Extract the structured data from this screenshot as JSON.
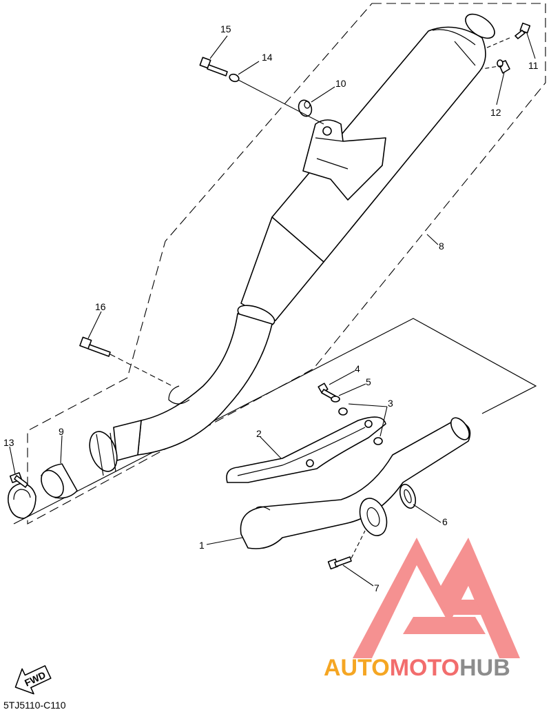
{
  "diagram_code": "5TJ5110-C110",
  "fwd_label": "FWD",
  "watermark": {
    "part1": "AUTO",
    "part2": "MOTO",
    "part3": "HUB",
    "color_auto": "#f5a623",
    "color_moto": "#f26d6d",
    "color_hub": "#8c8c8c"
  },
  "callouts": [
    {
      "id": "1",
      "label": "1"
    },
    {
      "id": "2",
      "label": "2"
    },
    {
      "id": "3",
      "label": "3"
    },
    {
      "id": "4",
      "label": "4"
    },
    {
      "id": "5",
      "label": "5"
    },
    {
      "id": "6",
      "label": "6"
    },
    {
      "id": "7",
      "label": "7"
    },
    {
      "id": "8",
      "label": "8"
    },
    {
      "id": "9",
      "label": "9"
    },
    {
      "id": "10",
      "label": "10"
    },
    {
      "id": "11",
      "label": "11"
    },
    {
      "id": "12",
      "label": "12"
    },
    {
      "id": "13",
      "label": "13"
    },
    {
      "id": "14",
      "label": "14"
    },
    {
      "id": "15",
      "label": "15"
    },
    {
      "id": "16",
      "label": "16"
    }
  ]
}
